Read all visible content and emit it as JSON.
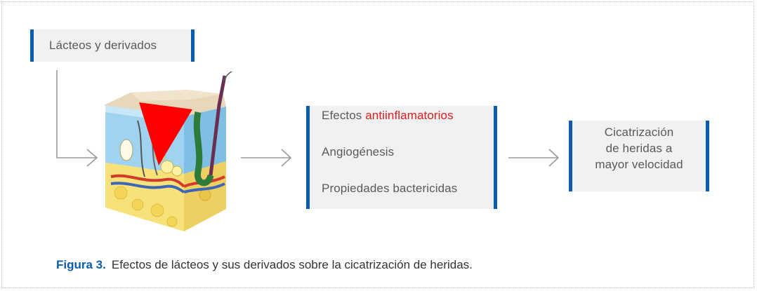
{
  "diagram": {
    "source": "Lácteos y derivados",
    "effects": {
      "item1_prefix": "Efectos ",
      "item1_highlight": "antiinflamatorios",
      "item2": "Angiogénesis",
      "item3": "Propiedades bactericidas"
    },
    "outcome": {
      "line1": "Cicatrización",
      "line2": "de heridas a",
      "line3": "mayor velocidad"
    }
  },
  "caption": {
    "label": "Figura 3.",
    "text": "Efectos de lácteos y sus derivados sobre la cicatrización de heridas."
  },
  "colors": {
    "accent_blue": "#0b5db0",
    "highlight_red": "#e0201b",
    "box_gray": "#f0f1f2",
    "arrow_gray": "#9a9a9a"
  },
  "icons": [
    "skin-cross-section-illustration"
  ]
}
